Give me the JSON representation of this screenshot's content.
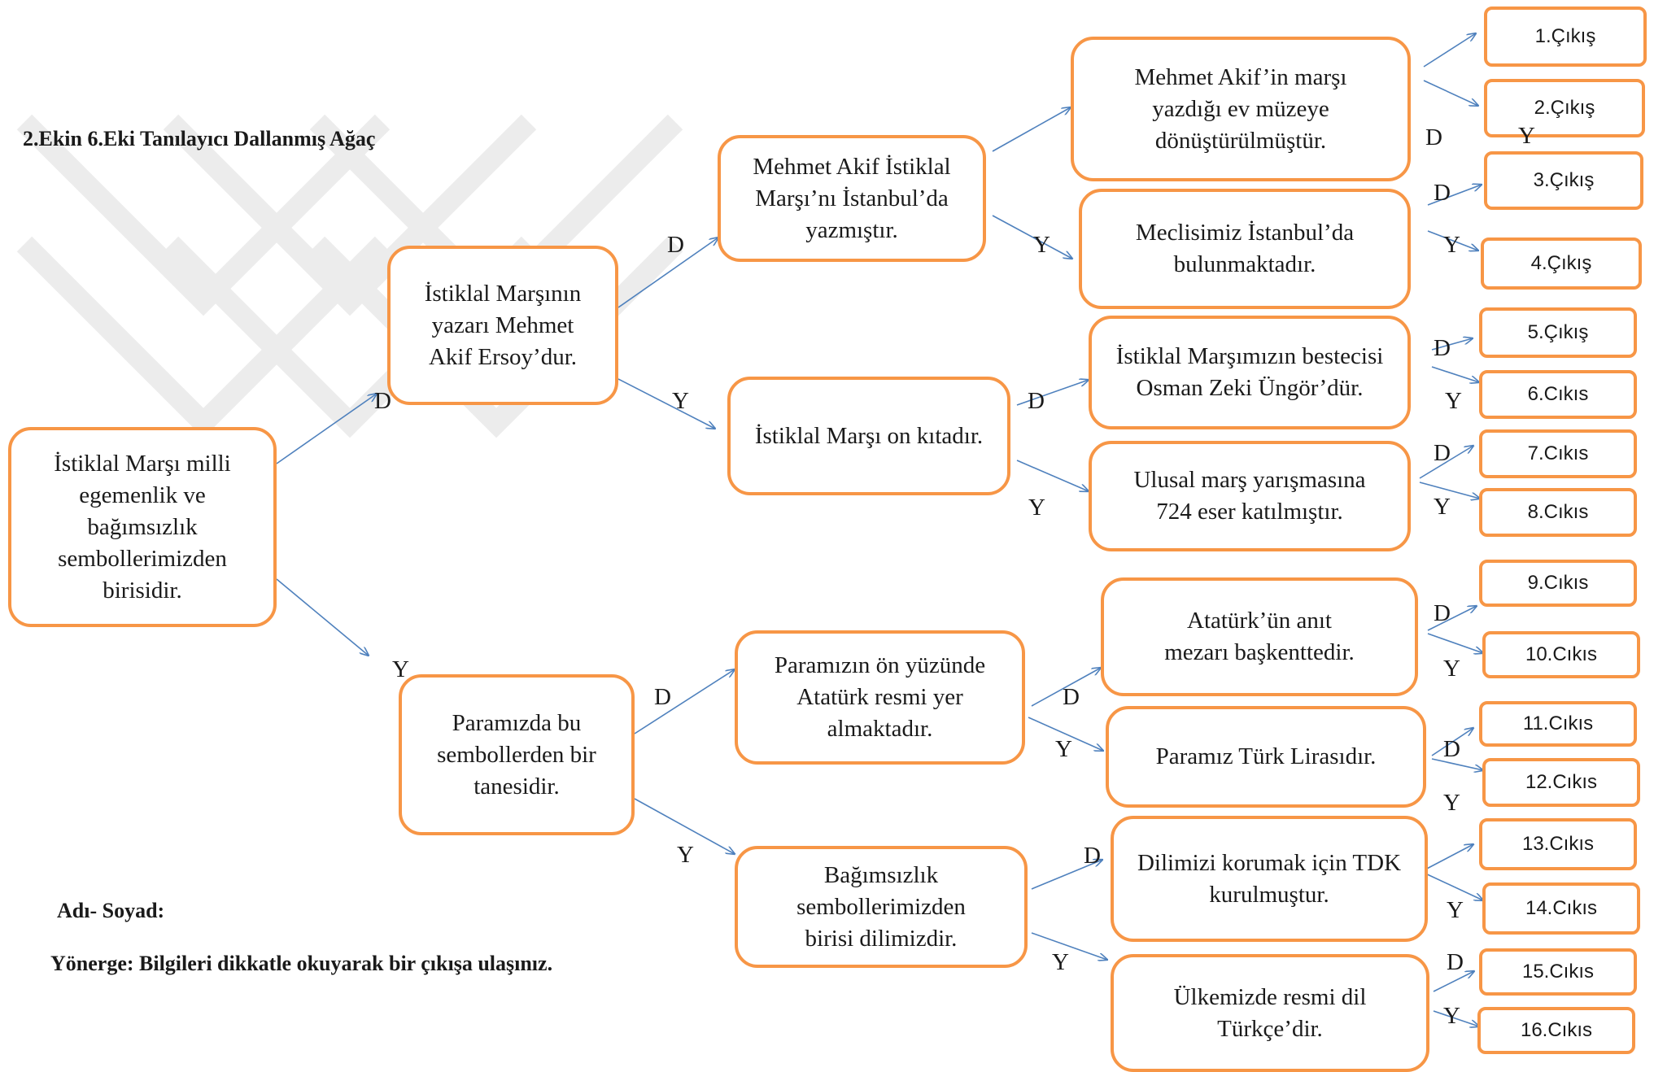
{
  "heading": "2.Ekin 6.Eki Tanılayıcı Dallanmış Ağaç",
  "name_label": "Adı- Soyad:",
  "instruction": "Yönerge: Bilgileri dikkatle okuyarak bir çıkışa ulaşınız.",
  "colors": {
    "box_border": "#f79646",
    "arrow": "#4f81bd",
    "watermark": "#ececec"
  },
  "nodes": {
    "root": "İstiklal Marşı milli egemenlik ve bağımsızlık sembollerimizden birisidir.",
    "l1_top": "İstiklal Marşının yazarı Mehmet Akif Ersoy’dur.",
    "l1_bottom": "Paramızda bu sembollerden bir tanesidir.",
    "l2_a": "Mehmet Akif İstiklal Marşı’nı İstanbul’da yazmıştır.",
    "l2_b": "İstiklal Marşı on kıtadır.",
    "l2_c": "Paramızın ön yüzünde Atatürk resmi yer almaktadır.",
    "l2_d": "Bağımsızlık sembollerimizden birisi dilimizdir.",
    "l3_1": "Mehmet Akif’in marşı yazdığı ev müzeye dönüştürülmüştür.",
    "l3_2": "Meclisimiz İstanbul’da bulunmaktadır.",
    "l3_3": "İstiklal Marşımızın bestecisi Osman Zeki Üngör’dür.",
    "l3_4": "Ulusal marş yarışmasına 724 eser katılmıştır.",
    "l3_5": "Atatürk’ün anıt mezarı başkenttedir.",
    "l3_6": "Paramız Türk Lirasıdır.",
    "l3_7": "Dilimizi korumak için TDK kurulmuştur.",
    "l3_8": "Ülkemizde resmi dil Türkçe’dir."
  },
  "exits": [
    "1.Çıkış",
    "2.Çıkış",
    "3.Çıkış",
    "4.Çıkış",
    "5.Çıkış",
    "6.Cıkıs",
    "7.Cıkıs",
    "8.Cıkıs",
    "9.Cıkıs",
    "10.Cıkıs",
    "11.Cıkıs",
    "12.Cıkıs",
    "13.Cıkıs",
    "14.Cıkıs",
    "15.Cıkıs",
    "16.Cıkıs"
  ],
  "branch_labels": {
    "yes": "D",
    "no": "Y"
  }
}
